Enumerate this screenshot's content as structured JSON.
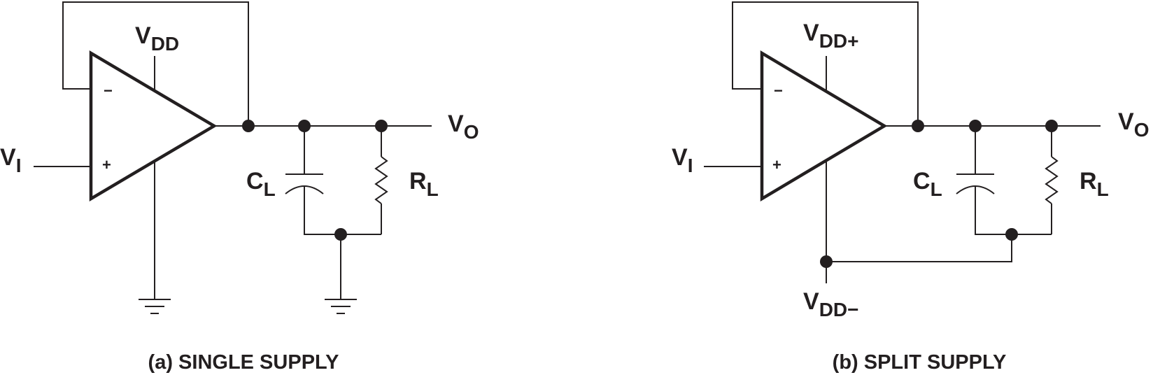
{
  "circuit_a": {
    "supply_label": "V",
    "supply_sub": "DD",
    "input_label": "V",
    "input_sub": "I",
    "output_label": "V",
    "output_sub": "O",
    "cap_label": "C",
    "cap_sub": "L",
    "res_label": "R",
    "res_sub": "L",
    "minus_sign": "−",
    "plus_sign": "+",
    "caption": "(a) SINGLE SUPPLY"
  },
  "circuit_b": {
    "supply_pos_label": "V",
    "supply_pos_sub": "DD+",
    "supply_neg_label": "V",
    "supply_neg_sub": "DD−",
    "input_label": "V",
    "input_sub": "I",
    "output_label": "V",
    "output_sub": "O",
    "cap_label": "C",
    "cap_sub": "L",
    "res_label": "R",
    "res_sub": "L",
    "minus_sign": "−",
    "plus_sign": "+",
    "caption": "(b) SPLIT SUPPLY"
  }
}
